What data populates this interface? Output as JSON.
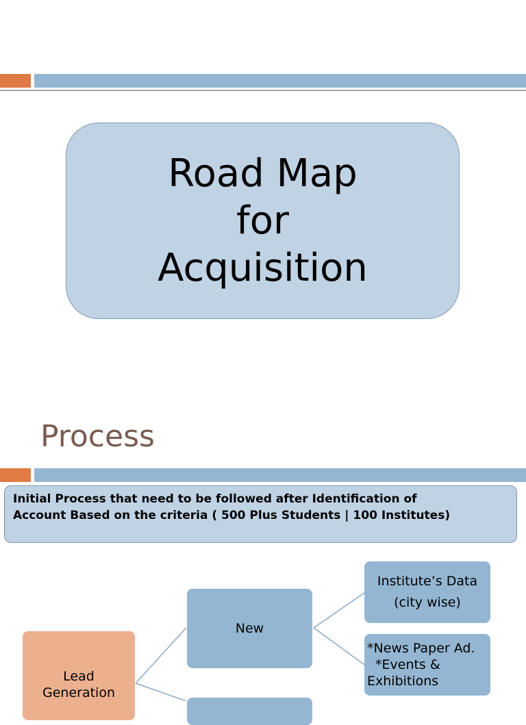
{
  "slide1": {
    "title_lines": [
      "Road Map",
      "for",
      "Acquisition"
    ]
  },
  "slide2": {
    "heading": "Process",
    "criteria_lines": [
      "Initial Process that need to be followed after Identification of",
      "Account Based on the criteria ( 500 Plus Students | 100 Institutes)"
    ],
    "diagram": {
      "root": {
        "lines": [
          "Lead",
          "Generation"
        ]
      },
      "branch_new": {
        "label": "New"
      },
      "leaves": [
        {
          "lines": [
            "Institute’s Data",
            "(city wise)"
          ]
        },
        {
          "lines": [
            "*News Paper Ad.",
            "*Events &",
            "Exhibitions"
          ]
        }
      ]
    }
  },
  "colors": {
    "accent_orange": "#e07b45",
    "band_blue": "#94b6d2",
    "box_light_blue": "#c0d3e5",
    "lead_node": "#ecb08e",
    "heading_brown": "#7a5c4f"
  }
}
